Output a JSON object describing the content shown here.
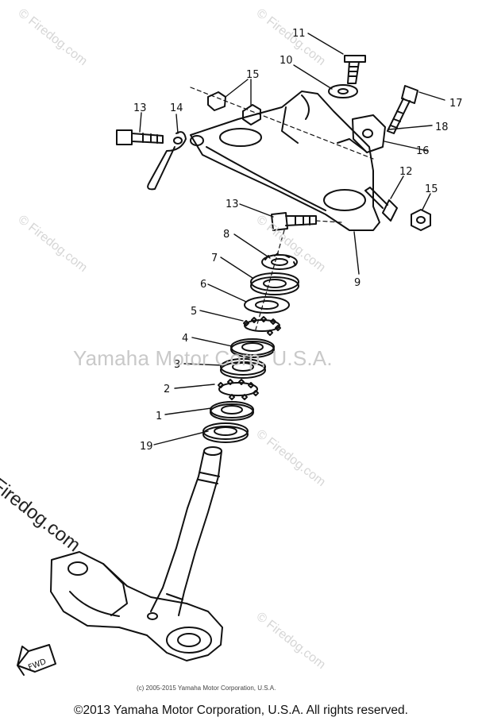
{
  "callouts": [
    "1",
    "2",
    "3",
    "4",
    "5",
    "6",
    "7",
    "8",
    "9",
    "10",
    "11",
    "12",
    "13",
    "13",
    "14",
    "15",
    "15",
    "16",
    "17",
    "18",
    "19"
  ],
  "fwd_label": "FWD",
  "watermark_center": "Yamaha Motor Corp, U.S.A.",
  "watermark_side": "© Firedog.com",
  "watermark_faint": "© Firedog.com",
  "small_copyright": "(c) 2005-2015 Yamaha Motor Corporation, U.S.A.",
  "footer_copyright": "©2013 Yamaha Motor Corporation, U.S.A. All rights reserved."
}
